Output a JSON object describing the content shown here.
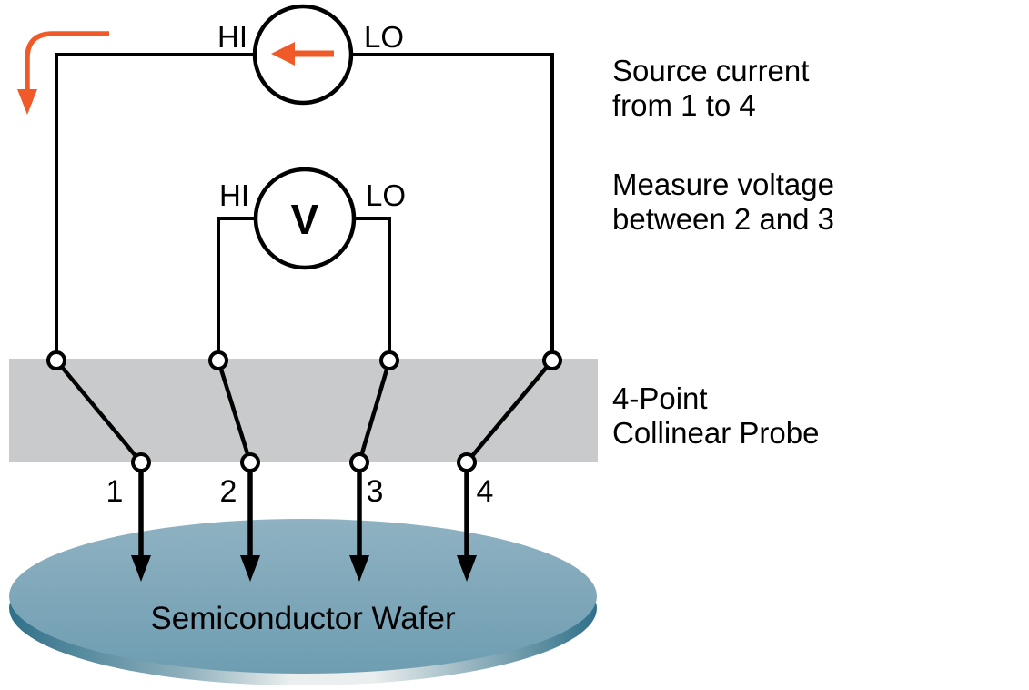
{
  "diagram": {
    "current_source": {
      "hi": "HI",
      "lo": "LO"
    },
    "voltmeter": {
      "hi": "HI",
      "lo": "LO",
      "symbol": "V"
    },
    "probes": {
      "labels": [
        "1",
        "2",
        "3",
        "4"
      ]
    },
    "wafer_label": "Semiconductor Wafer",
    "annotations": {
      "source_current": {
        "line1": "Source current",
        "line2": "from 1 to 4"
      },
      "measure_voltage": {
        "line1": "Measure voltage",
        "line2": "between 2 and 3"
      },
      "probe_label": {
        "line1": "4-Point",
        "line2": "Collinear Probe"
      }
    },
    "colors": {
      "line": "#000000",
      "orange": "#F05A28",
      "cyan": "#23B2D7",
      "probe_bar": "#C9CACB",
      "wafer_top_light": "#8FB2C2",
      "wafer_top_dark": "#6E9DB1",
      "wafer_edge_dark": "#2F7089",
      "wafer_edge_mid": "#8FB0BC",
      "wafer_edge_light": "#EAEEEE"
    }
  }
}
